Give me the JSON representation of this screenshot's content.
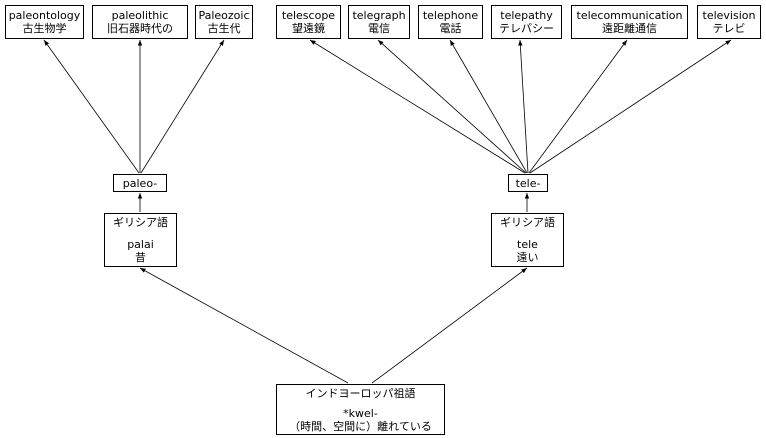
{
  "root": {
    "lang": "インドヨーロッパ祖語",
    "word": "*kwel-",
    "meaning": "（時間、空間に）離れている"
  },
  "branches": [
    {
      "lang": "ギリシア語",
      "word": "palai",
      "meaning": "昔",
      "prefix": "paleo-",
      "words": [
        {
          "en": "paleontology",
          "ja": "古生物学"
        },
        {
          "en": "paleolithic",
          "ja": "旧石器時代の"
        },
        {
          "en": "Paleozoic",
          "ja": "古生代"
        }
      ]
    },
    {
      "lang": "ギリシア語",
      "word": "tele",
      "meaning": "遠い",
      "prefix": "tele-",
      "words": [
        {
          "en": "telescope",
          "ja": "望遠鏡"
        },
        {
          "en": "telegraph",
          "ja": "電信"
        },
        {
          "en": "telephone",
          "ja": "電話"
        },
        {
          "en": "telepathy",
          "ja": "テレパシー"
        },
        {
          "en": "telecommunication",
          "ja": "遠距離通信"
        },
        {
          "en": "television",
          "ja": "テレビ"
        }
      ]
    }
  ]
}
